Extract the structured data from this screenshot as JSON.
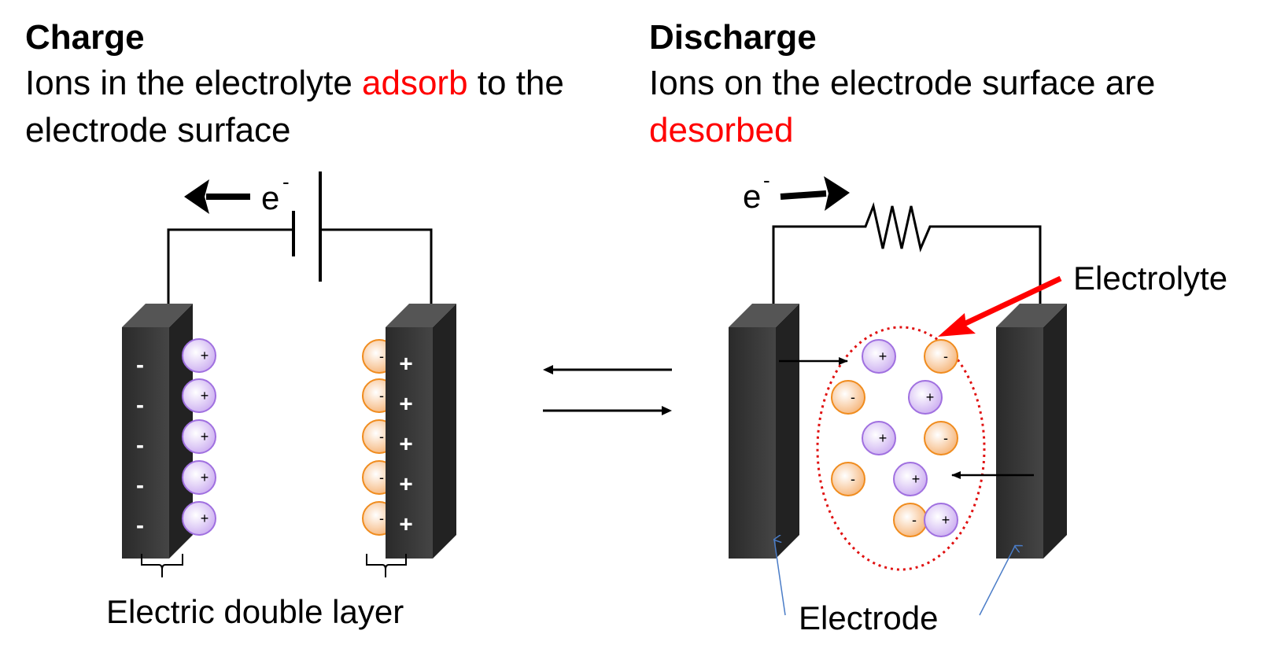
{
  "charge": {
    "heading": "Charge",
    "desc_part1": "Ions in the electrolyte ",
    "desc_highlight": "adsorb",
    "desc_part2": " to the",
    "desc_line2": "electrode surface"
  },
  "discharge": {
    "heading": "Discharge",
    "desc_line1": "Ions on the electrode surface are",
    "desc_highlight": "desorbed"
  },
  "labels": {
    "electron": "e",
    "electron_charge": "-",
    "electric_double_layer": "Electric double layer",
    "electrolyte": "Electrolyte",
    "electrode": "Electrode"
  },
  "signs": {
    "positive": "+",
    "negative": "-"
  },
  "colors": {
    "highlight": "#ff0000",
    "electrode": "#3a3a3a",
    "cation_fill": "#d9c2f5",
    "cation_stroke": "#9b59d9",
    "anion_fill": "#f7c08a",
    "anion_stroke": "#f08c1e",
    "pointer": "#4a7cc7"
  }
}
